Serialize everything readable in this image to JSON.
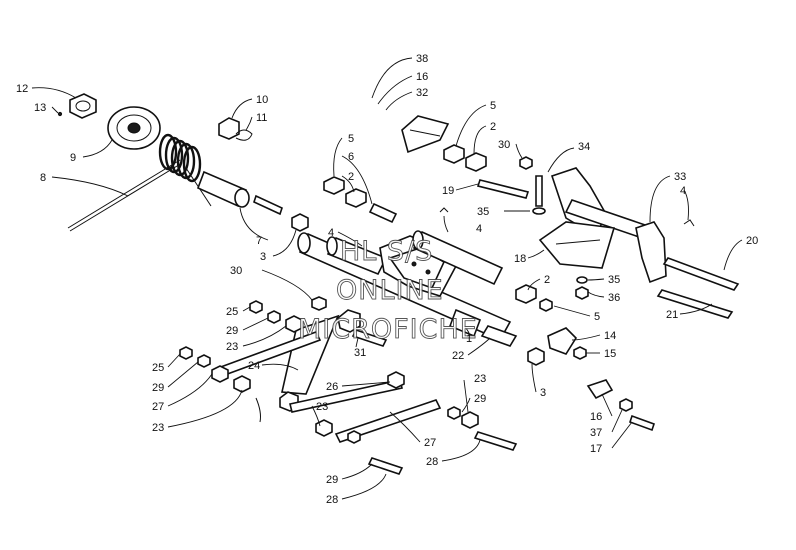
{
  "diagram": {
    "watermark": [
      "HL S/S",
      "ONLINE",
      "MICROFICHE"
    ],
    "callouts": [
      {
        "id": "c-12",
        "label": "12"
      },
      {
        "id": "c-13",
        "label": "13"
      },
      {
        "id": "c-10",
        "label": "10"
      },
      {
        "id": "c-11",
        "label": "11"
      },
      {
        "id": "c-9",
        "label": "9"
      },
      {
        "id": "c-8",
        "label": "8"
      },
      {
        "id": "c-7",
        "label": "7"
      },
      {
        "id": "c-3a",
        "label": "3"
      },
      {
        "id": "c-38",
        "label": "38"
      },
      {
        "id": "c-16a",
        "label": "16"
      },
      {
        "id": "c-32",
        "label": "32"
      },
      {
        "id": "c-5a",
        "label": "5"
      },
      {
        "id": "c-2a",
        "label": "2"
      },
      {
        "id": "c-30a",
        "label": "30"
      },
      {
        "id": "c-34",
        "label": "34"
      },
      {
        "id": "c-19",
        "label": "19"
      },
      {
        "id": "c-5b",
        "label": "5"
      },
      {
        "id": "c-6",
        "label": "6"
      },
      {
        "id": "c-2b",
        "label": "2"
      },
      {
        "id": "c-35a",
        "label": "35"
      },
      {
        "id": "c-4a",
        "label": "4"
      },
      {
        "id": "c-4b",
        "label": "4"
      },
      {
        "id": "c-33",
        "label": "33"
      },
      {
        "id": "c-4c",
        "label": "4"
      },
      {
        "id": "c-20",
        "label": "20"
      },
      {
        "id": "c-18",
        "label": "18"
      },
      {
        "id": "c-2c",
        "label": "2"
      },
      {
        "id": "c-35b",
        "label": "35"
      },
      {
        "id": "c-36",
        "label": "36"
      },
      {
        "id": "c-21",
        "label": "21"
      },
      {
        "id": "c-30b",
        "label": "30"
      },
      {
        "id": "c-5c",
        "label": "5"
      },
      {
        "id": "c-25a",
        "label": "25"
      },
      {
        "id": "c-29a",
        "label": "29"
      },
      {
        "id": "c-23a",
        "label": "23"
      },
      {
        "id": "c-31",
        "label": "31"
      },
      {
        "id": "c-1",
        "label": "1"
      },
      {
        "id": "c-22",
        "label": "22"
      },
      {
        "id": "c-14",
        "label": "14"
      },
      {
        "id": "c-15",
        "label": "15"
      },
      {
        "id": "c-25b",
        "label": "25"
      },
      {
        "id": "c-29b",
        "label": "29"
      },
      {
        "id": "c-24",
        "label": "24"
      },
      {
        "id": "c-27a",
        "label": "27"
      },
      {
        "id": "c-23b",
        "label": "23"
      },
      {
        "id": "c-26",
        "label": "26"
      },
      {
        "id": "c-23c",
        "label": "23"
      },
      {
        "id": "c-29c",
        "label": "29"
      },
      {
        "id": "c-3b",
        "label": "3"
      },
      {
        "id": "c-16b",
        "label": "16"
      },
      {
        "id": "c-37",
        "label": "37"
      },
      {
        "id": "c-17",
        "label": "17"
      },
      {
        "id": "c-23d",
        "label": "23"
      },
      {
        "id": "c-27b",
        "label": "27"
      },
      {
        "id": "c-28a",
        "label": "28"
      },
      {
        "id": "c-29d",
        "label": "29"
      },
      {
        "id": "c-28b",
        "label": "28"
      }
    ]
  }
}
